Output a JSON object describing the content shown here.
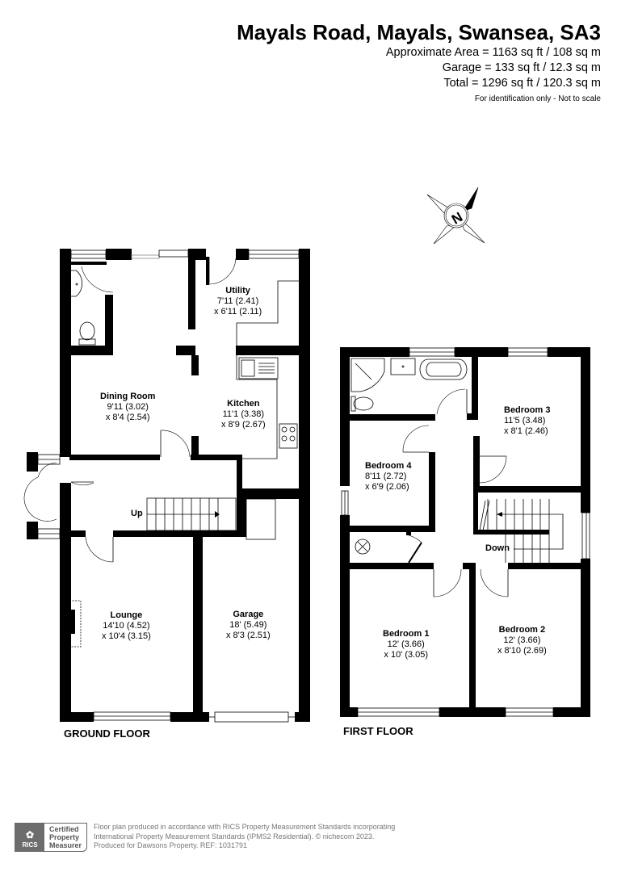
{
  "header": {
    "title": "Mayals Road, Mayals, Swansea, SA3",
    "approx_area": "Approximate Area = 1163 sq ft / 108 sq m",
    "garage_area": "Garage = 133 sq ft / 12.3 sq m",
    "total_area": "Total = 1296 sq ft / 120.3 sq m",
    "disclaimer": "For identification only - Not to scale"
  },
  "compass": {
    "label": "N"
  },
  "ground_floor": {
    "label": "GROUND FLOOR",
    "stairs_label": "Up",
    "rooms": [
      {
        "name": "Utility",
        "dim1": "7'11 (2.41)",
        "dim2": "x 6'11 (2.11)"
      },
      {
        "name": "Dining Room",
        "dim1": "9'11 (3.02)",
        "dim2": "x 8'4 (2.54)"
      },
      {
        "name": "Kitchen",
        "dim1": "11'1 (3.38)",
        "dim2": "x 8'9 (2.67)"
      },
      {
        "name": "Lounge",
        "dim1": "14'10 (4.52)",
        "dim2": "x 10'4 (3.15)"
      },
      {
        "name": "Garage",
        "dim1": "18' (5.49)",
        "dim2": "x 8'3 (2.51)"
      }
    ]
  },
  "first_floor": {
    "label": "FIRST FLOOR",
    "stairs_label": "Down",
    "rooms": [
      {
        "name": "Bedroom 3",
        "dim1": "11'5 (3.48)",
        "dim2": "x 8'1 (2.46)"
      },
      {
        "name": "Bedroom 4",
        "dim1": "8'11 (2.72)",
        "dim2": "x 6'9 (2.06)"
      },
      {
        "name": "Bedroom 1",
        "dim1": "12' (3.66)",
        "dim2": "x 10' (3.05)"
      },
      {
        "name": "Bedroom 2",
        "dim1": "12' (3.66)",
        "dim2": "x 8'10 (2.69)"
      }
    ]
  },
  "footer": {
    "rics_logo_text": "RICS",
    "badge_line1": "Certified",
    "badge_line2": "Property",
    "badge_line3": "Measurer",
    "line1": "Floor plan produced in accordance with RICS Property Measurement Standards incorporating",
    "line2": "International Property Measurement Standards (IPMS2 Residential).   © nichecom 2023.",
    "line3": "Produced for Dawsons Property.   REF:  1031791"
  }
}
